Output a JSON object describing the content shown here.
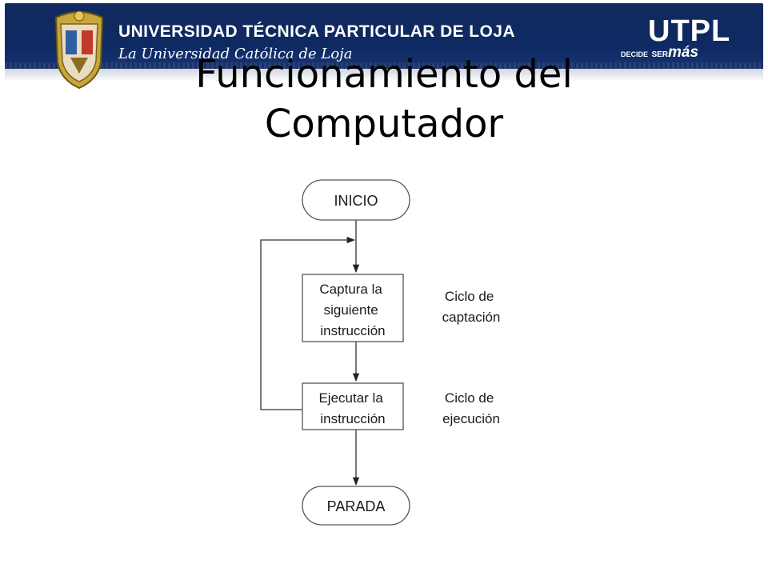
{
  "header": {
    "university_name": "UNIVERSIDAD TÉCNICA PARTICULAR DE LOJA",
    "motto": "La Universidad Católica de Loja",
    "logo_text": "UTPL",
    "slogan_prefix": "DECIDE",
    "slogan_mid": "SER",
    "slogan_emph": "más"
  },
  "slide": {
    "title": "Funcionamiento del Computador"
  },
  "flowchart": {
    "start": "INICIO",
    "fetch_lines": [
      "Captura la",
      "siguiente",
      "instrucción"
    ],
    "execute_lines": [
      "Ejecutar la",
      "instrucción"
    ],
    "stop": "PARADA",
    "fetch_cycle_lines": [
      "Ciclo de",
      "captación"
    ],
    "execute_cycle_lines": [
      "Ciclo de",
      "ejecución"
    ]
  }
}
